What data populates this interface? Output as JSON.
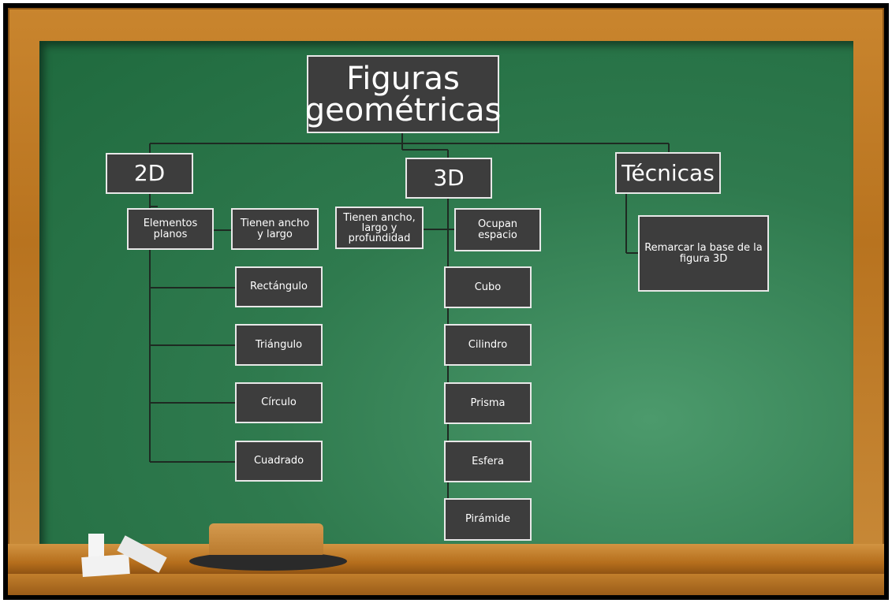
{
  "title": "Figuras geométricas",
  "branches": {
    "d2": {
      "label": "2D",
      "attributes": [
        "Elementos planos",
        "Tienen ancho y largo"
      ],
      "shapes": [
        "Rectángulo",
        "Triángulo",
        "Círculo",
        "Cuadrado"
      ]
    },
    "d3": {
      "label": "3D",
      "attributes": [
        "Tienen ancho, largo y profundidad",
        "Ocupan espacio"
      ],
      "shapes": [
        "Cubo",
        "Cilindro",
        "Prisma",
        "Esfera",
        "Pirámide"
      ]
    },
    "tech": {
      "label": "Técnicas",
      "items": [
        "Remarcar la base de la figura 3D"
      ]
    }
  },
  "colors": {
    "board": "#2f7a4e",
    "frame": "#b8731f",
    "box_fill": "#3d3d3d",
    "box_border": "#e8e8e8",
    "connector": "#1e2a22"
  }
}
